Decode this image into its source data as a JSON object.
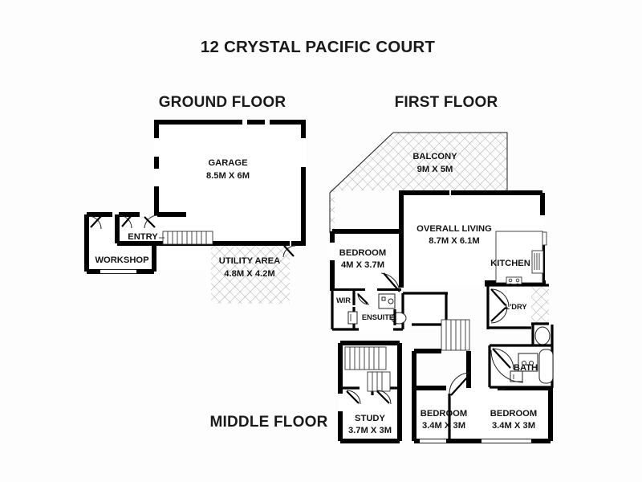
{
  "document": {
    "title": "12 CRYSTAL PACIFIC COURT",
    "background_color": "#fdfdfd",
    "ink_color": "#000000"
  },
  "headings": {
    "ground_floor": "GROUND FLOOR",
    "first_floor": "FIRST FLOOR",
    "middle_floor": "MIDDLE FLOOR"
  },
  "floors": {
    "ground": {
      "name": "GROUND FLOOR",
      "rooms": [
        {
          "name": "GARAGE",
          "dimensions": "8.5M X 6M",
          "hatched": false
        },
        {
          "name": "ENTRY",
          "dimensions": "",
          "hatched": false
        },
        {
          "name": "WORKSHOP",
          "dimensions": "",
          "hatched": false
        },
        {
          "name": "UTILITY AREA",
          "dimensions": "4.8M X 4.2M",
          "hatched": true
        }
      ]
    },
    "first": {
      "name": "FIRST FLOOR",
      "rooms": [
        {
          "name": "BALCONY",
          "dimensions": "9M X 5M",
          "hatched": true
        },
        {
          "name": "OVERALL LIVING",
          "dimensions": "8.7M X 6.1M",
          "hatched": false
        },
        {
          "name": "KITCHEN",
          "dimensions": "",
          "hatched": false
        },
        {
          "name": "BEDROOM",
          "dimensions": "4M X 3.7M",
          "hatched": false
        },
        {
          "name": "WIR",
          "dimensions": "",
          "hatched": false
        },
        {
          "name": "ENSUITE",
          "dimensions": "",
          "hatched": false
        },
        {
          "name": "L'DRY",
          "dimensions": "",
          "hatched": false
        }
      ]
    },
    "middle": {
      "name": "MIDDLE FLOOR",
      "rooms": [
        {
          "name": "STUDY",
          "dimensions": "3.7M X 3M",
          "hatched": false
        },
        {
          "name": "BEDROOM",
          "dimensions": "3.4M X 3M",
          "hatched": false
        },
        {
          "name": "BEDROOM",
          "dimensions": "3.4M X 3M",
          "hatched": false
        },
        {
          "name": "BATH",
          "dimensions": "",
          "hatched": false
        }
      ]
    }
  },
  "labels": {
    "garage_name": "GARAGE",
    "garage_dims": "8.5M X 6M",
    "entry_name": "ENTRY",
    "workshop_name": "WORKSHOP",
    "utility_name": "UTILITY AREA",
    "utility_dims": "4.8M X 4.2M",
    "balcony_name": "BALCONY",
    "balcony_dims": "9M X 5M",
    "living_name": "OVERALL LIVING",
    "living_dims": "8.7M X 6.1M",
    "kitchen_name": "KITCHEN",
    "bedroom1_name": "BEDROOM",
    "bedroom1_dims": "4M X 3.7M",
    "wir_name": "WIR",
    "ensuite_name": "ENSUITE",
    "ldry_name": "L'DRY",
    "bath_name": "BATH",
    "study_name": "STUDY",
    "study_dims": "3.7M X 3M",
    "bedroom2_name": "BEDROOM",
    "bedroom2_dims": "3.4M X 3M",
    "bedroom3_name": "BEDROOM",
    "bedroom3_dims": "3.4M X 3M"
  }
}
